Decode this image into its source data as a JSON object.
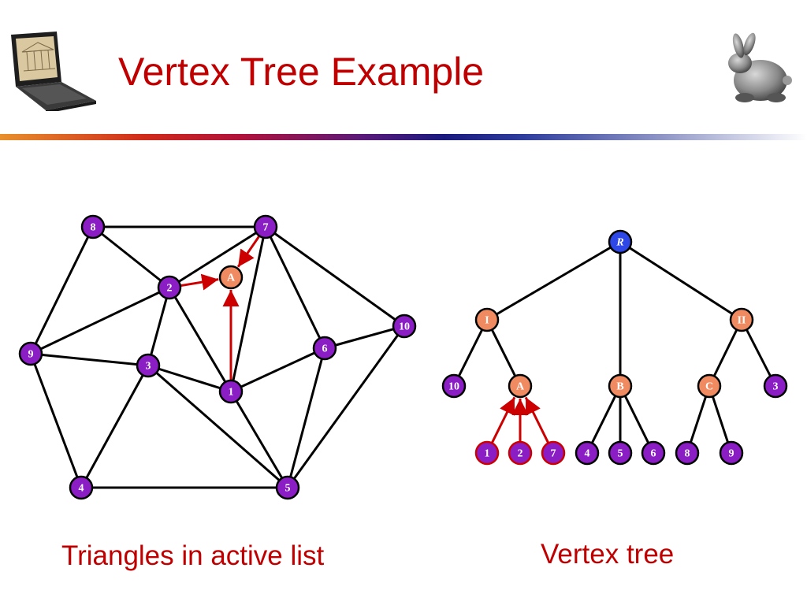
{
  "title": "Vertex Tree Example",
  "captions": {
    "left": "Triangles in active list",
    "right": "Vertex tree"
  },
  "colors": {
    "title": "#c00000",
    "vertex_fill": "#8a1ec4",
    "representative_fill": "#f08a60",
    "root_fill": "#2d48e6",
    "highlight_edge": "#cc0000",
    "edge": "#000000"
  },
  "mesh": {
    "vertices": [
      {
        "id": "8",
        "label": "8"
      },
      {
        "id": "7",
        "label": "7"
      },
      {
        "id": "2",
        "label": "2"
      },
      {
        "id": "A",
        "label": "A",
        "kind": "representative"
      },
      {
        "id": "10",
        "label": "10"
      },
      {
        "id": "9",
        "label": "9"
      },
      {
        "id": "6",
        "label": "6"
      },
      {
        "id": "3",
        "label": "3"
      },
      {
        "id": "1",
        "label": "1"
      },
      {
        "id": "4",
        "label": "4"
      },
      {
        "id": "5",
        "label": "5"
      }
    ],
    "edges": [
      [
        "8",
        "7"
      ],
      [
        "8",
        "2"
      ],
      [
        "8",
        "9"
      ],
      [
        "7",
        "2"
      ],
      [
        "7",
        "1"
      ],
      [
        "7",
        "6"
      ],
      [
        "7",
        "10"
      ],
      [
        "2",
        "9"
      ],
      [
        "2",
        "3"
      ],
      [
        "2",
        "1"
      ],
      [
        "9",
        "3"
      ],
      [
        "9",
        "4"
      ],
      [
        "3",
        "1"
      ],
      [
        "3",
        "4"
      ],
      [
        "3",
        "5"
      ],
      [
        "1",
        "5"
      ],
      [
        "1",
        "6"
      ],
      [
        "6",
        "10"
      ],
      [
        "6",
        "5"
      ],
      [
        "10",
        "5"
      ],
      [
        "4",
        "5"
      ]
    ],
    "highlight_edges": [
      [
        "2",
        "A"
      ],
      [
        "7",
        "A"
      ],
      [
        "1",
        "A"
      ]
    ]
  },
  "tree": {
    "nodes": [
      {
        "id": "R",
        "label": "R",
        "kind": "root"
      },
      {
        "id": "I",
        "label": "I",
        "kind": "representative"
      },
      {
        "id": "II",
        "label": "II",
        "kind": "representative"
      },
      {
        "id": "t10",
        "label": "10"
      },
      {
        "id": "A",
        "label": "A",
        "kind": "representative"
      },
      {
        "id": "B",
        "label": "B",
        "kind": "representative"
      },
      {
        "id": "C",
        "label": "C",
        "kind": "representative"
      },
      {
        "id": "t3",
        "label": "3"
      },
      {
        "id": "t1",
        "label": "1",
        "highlight": true
      },
      {
        "id": "t2",
        "label": "2",
        "highlight": true
      },
      {
        "id": "t7",
        "label": "7",
        "highlight": true
      },
      {
        "id": "t4",
        "label": "4"
      },
      {
        "id": "t5",
        "label": "5"
      },
      {
        "id": "t6",
        "label": "6"
      },
      {
        "id": "t8",
        "label": "8"
      },
      {
        "id": "t9",
        "label": "9"
      }
    ],
    "edges": [
      [
        "R",
        "I"
      ],
      [
        "R",
        "B"
      ],
      [
        "R",
        "II"
      ],
      [
        "I",
        "t10"
      ],
      [
        "I",
        "A"
      ],
      [
        "II",
        "C"
      ],
      [
        "II",
        "t3"
      ],
      [
        "B",
        "t4"
      ],
      [
        "B",
        "t5"
      ],
      [
        "B",
        "t6"
      ],
      [
        "C",
        "t8"
      ],
      [
        "C",
        "t9"
      ]
    ],
    "highlight_edges": [
      [
        "t1",
        "A"
      ],
      [
        "t2",
        "A"
      ],
      [
        "t7",
        "A"
      ]
    ]
  }
}
